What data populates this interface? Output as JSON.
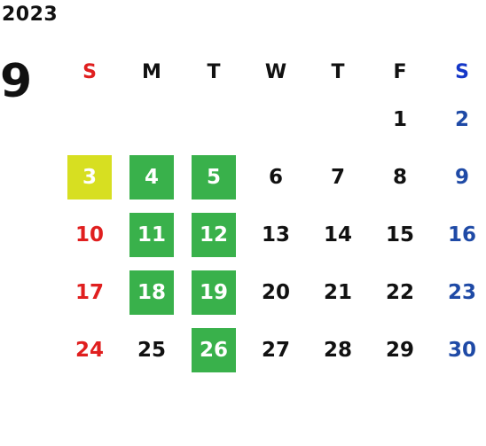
{
  "year": "2023",
  "month": "9",
  "weekdays": [
    "S",
    "M",
    "T",
    "W",
    "T",
    "F",
    "S"
  ],
  "weeks": [
    [
      {
        "label": "",
        "kind": "sun",
        "highlight": ""
      },
      {
        "label": "",
        "kind": "wd",
        "highlight": ""
      },
      {
        "label": "",
        "kind": "wd",
        "highlight": ""
      },
      {
        "label": "",
        "kind": "wd",
        "highlight": ""
      },
      {
        "label": "",
        "kind": "wd",
        "highlight": ""
      },
      {
        "label": "1",
        "kind": "wd",
        "highlight": ""
      },
      {
        "label": "2",
        "kind": "sat",
        "highlight": ""
      }
    ],
    [
      {
        "label": "3",
        "kind": "sun",
        "highlight": "yellow"
      },
      {
        "label": "4",
        "kind": "wd",
        "highlight": "green"
      },
      {
        "label": "5",
        "kind": "wd",
        "highlight": "green"
      },
      {
        "label": "6",
        "kind": "wd",
        "highlight": ""
      },
      {
        "label": "7",
        "kind": "wd",
        "highlight": ""
      },
      {
        "label": "8",
        "kind": "wd",
        "highlight": ""
      },
      {
        "label": "9",
        "kind": "sat",
        "highlight": ""
      }
    ],
    [
      {
        "label": "10",
        "kind": "sun",
        "highlight": ""
      },
      {
        "label": "11",
        "kind": "wd",
        "highlight": "green"
      },
      {
        "label": "12",
        "kind": "wd",
        "highlight": "green"
      },
      {
        "label": "13",
        "kind": "wd",
        "highlight": ""
      },
      {
        "label": "14",
        "kind": "wd",
        "highlight": ""
      },
      {
        "label": "15",
        "kind": "wd",
        "highlight": ""
      },
      {
        "label": "16",
        "kind": "sat",
        "highlight": ""
      }
    ],
    [
      {
        "label": "17",
        "kind": "sun",
        "highlight": ""
      },
      {
        "label": "18",
        "kind": "wd",
        "highlight": "green"
      },
      {
        "label": "19",
        "kind": "wd",
        "highlight": "green"
      },
      {
        "label": "20",
        "kind": "wd",
        "highlight": ""
      },
      {
        "label": "21",
        "kind": "wd",
        "highlight": ""
      },
      {
        "label": "22",
        "kind": "wd",
        "highlight": ""
      },
      {
        "label": "23",
        "kind": "sat",
        "highlight": ""
      }
    ],
    [
      {
        "label": "24",
        "kind": "sun",
        "highlight": ""
      },
      {
        "label": "25",
        "kind": "wd",
        "highlight": ""
      },
      {
        "label": "26",
        "kind": "wd",
        "highlight": "green"
      },
      {
        "label": "27",
        "kind": "wd",
        "highlight": ""
      },
      {
        "label": "28",
        "kind": "wd",
        "highlight": ""
      },
      {
        "label": "29",
        "kind": "wd",
        "highlight": ""
      },
      {
        "label": "30",
        "kind": "sat",
        "highlight": ""
      }
    ]
  ],
  "colors": {
    "sunday": "#e01f1f",
    "saturday_header": "#1537c8",
    "saturday": "#1f4aa6",
    "highlight_green": "#39b14b",
    "highlight_yellow": "#d7df21"
  }
}
